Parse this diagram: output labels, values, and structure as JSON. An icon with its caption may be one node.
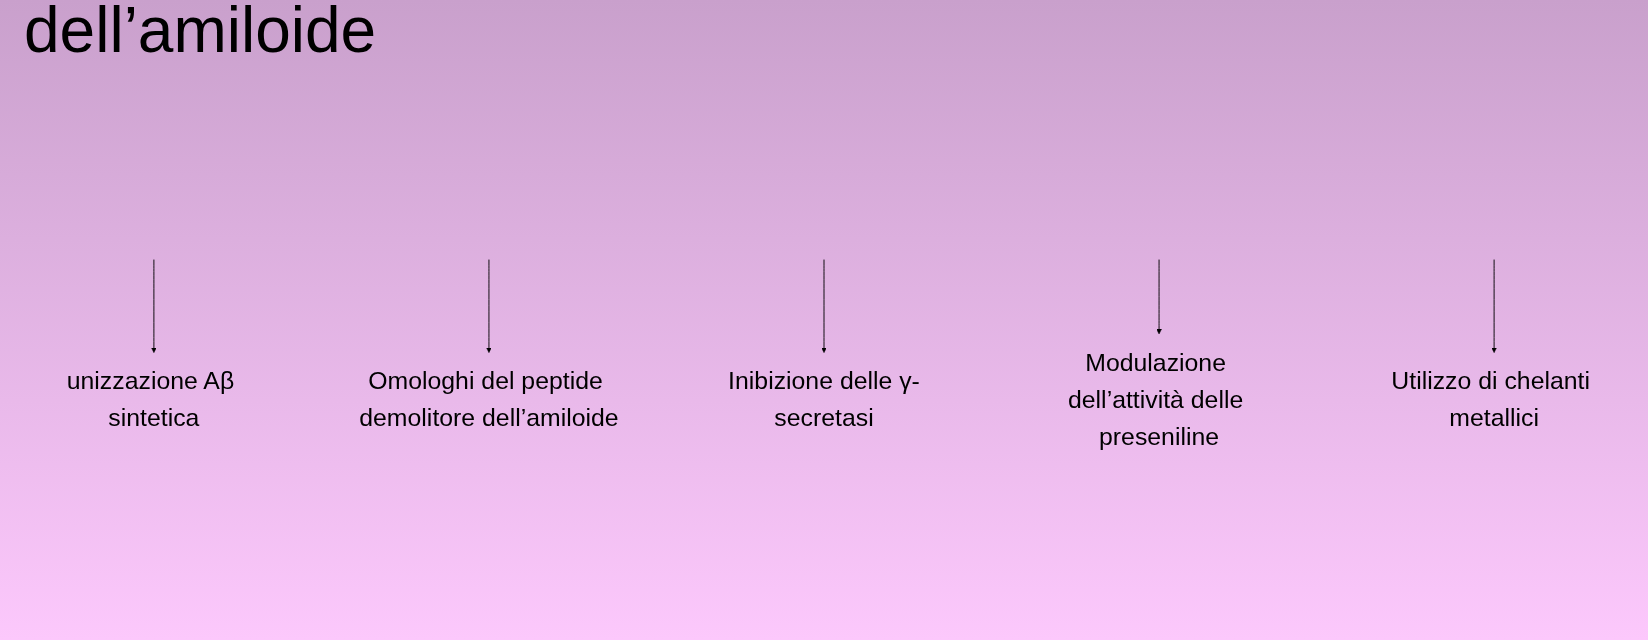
{
  "diagram": {
    "title": "dell’amiloide",
    "nodes": [
      {
        "text": [
          "unizzazione Aβ sintetica"
        ]
      },
      {
        "text": [
          "Omologhi del peptide demolitore dell’amiloide"
        ]
      },
      {
        "text": [
          "Inibizione delle γ-secretasi"
        ]
      },
      {
        "text": [
          "Modulazione dell’attività delle preseniline"
        ]
      },
      {
        "text": [
          "Utilizzo di chelanti metallici"
        ]
      }
    ],
    "edges": [
      {
        "from": null,
        "to": 0,
        "arrow": "to"
      },
      {
        "from": null,
        "to": 1,
        "arrow": "to"
      },
      {
        "from": null,
        "to": 2,
        "arrow": "to"
      },
      {
        "from": null,
        "to": 3,
        "arrow": "to"
      },
      {
        "from": null,
        "to": 4,
        "arrow": "to"
      }
    ]
  }
}
